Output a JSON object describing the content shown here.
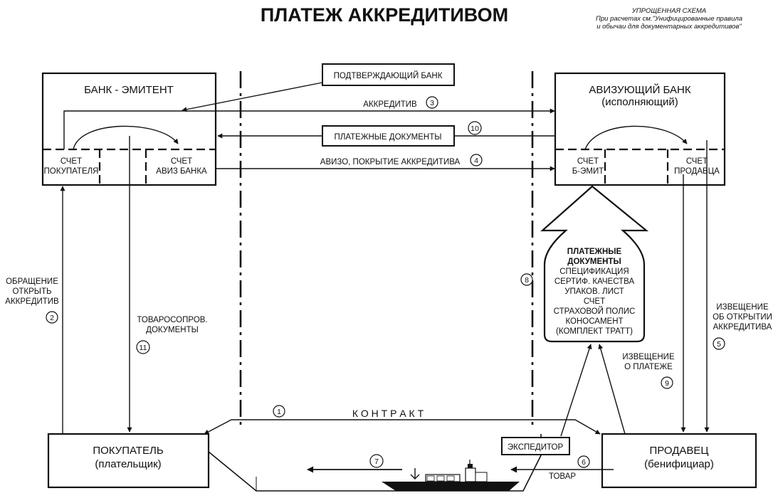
{
  "title": "ПЛАТЕЖ АККРЕДИТИВОМ",
  "note": {
    "line1": "УПРОЩЕННАЯ СХЕМА",
    "line2": "При расчетах см.\"Унифицированные правила",
    "line3": "и обычаи для документарных аккредитивов\""
  },
  "issuing_bank": {
    "title": "БАНК - ЭМИТЕНТ",
    "acc1_line1": "СЧЕТ",
    "acc1_line2": "ПОКУПАТЕЛЯ",
    "acc2_line1": "СЧЕТ",
    "acc2_line2": "АВИЗ БАНКА"
  },
  "advising_bank": {
    "title_line1": "АВИЗУЮЩИЙ БАНК",
    "title_line2": "(исполняющий)",
    "acc1_line1": "СЧЕТ",
    "acc1_line2": "Б-ЭМИТ",
    "acc2_line1": "СЧЕТ",
    "acc2_line2": "ПРОДАВЦА"
  },
  "confirming_bank": "ПОДТВЕРЖДАЮЩИЙ БАНК",
  "payment_docs_box": "ПЛАТЕЖНЫЕ ДОКУМЕНТЫ",
  "flows": {
    "f1_contract": "К О Н Т Р А К Т",
    "f2_line1": "ОБРАЩЕНИЕ",
    "f2_line2": "ОТКРЫТЬ",
    "f2_line3": "АККРЕДИТИВ",
    "f3": "АККРЕДИТИВ",
    "f4": "АВИЗО, ПОКРЫТИЕ АККРЕДИТИВА",
    "f5_line1": "ИЗВЕЩЕНИЕ",
    "f5_line2": "ОБ ОТКРЫТИИ",
    "f5_line3": "АККРЕДИТИВА",
    "f6": "ТОВАР",
    "f9_line1": "ИЗВЕЩЕНИЕ",
    "f9_line2": "О ПЛАТЕЖЕ",
    "f11_line1": "ТОВАРОСОПРОВ.",
    "f11_line2": "ДОКУМЕНТЫ"
  },
  "numbers": [
    "1",
    "2",
    "3",
    "4",
    "5",
    "6",
    "7",
    "8",
    "9",
    "10",
    "11"
  ],
  "documents": {
    "header1": "ПЛАТЕЖНЫЕ",
    "header2": "ДОКУМЕНТЫ",
    "items": [
      "СПЕЦИФИКАЦИЯ",
      "СЕРТИФ. КАЧЕСТВА",
      "УПАКОВ. ЛИСТ",
      "СЧЕТ",
      "СТРАХОВОЙ ПОЛИС",
      "КОНОСАМЕНТ",
      "(КОМПЛЕКТ ТРАТТ)"
    ]
  },
  "buyer": {
    "line1": "ПОКУПАТЕЛЬ",
    "line2": "(плательщик)"
  },
  "seller": {
    "line1": "ПРОДАВЕЦ",
    "line2": "(бенифициар)"
  },
  "forwarder": "ЭКСПЕДИТОР"
}
